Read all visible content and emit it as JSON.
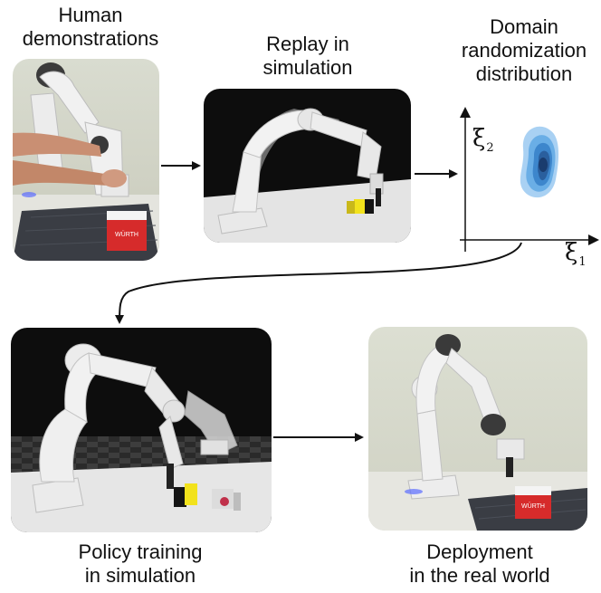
{
  "steps": {
    "demonstrations": "Human\ndemonstrations",
    "replay": "Replay in\nsimulation",
    "distribution": "Domain\nrandomization\ndistribution",
    "training": "Policy training\nin simulation",
    "deployment": "Deployment\nin the real world"
  },
  "axes": {
    "y_symbol": "ξ",
    "y_sub": "2",
    "x_symbol": "ξ",
    "x_sub": "1"
  },
  "box_brand": "WÜRTH",
  "colors": {
    "sim_background": "#0d0d0d",
    "robot": "#e6e6e6",
    "cube_yellow": "#f2e21c",
    "dist_dark": "#1a3c6e",
    "dist_light": "#a9d1f3",
    "box_red": "#d62b2b"
  }
}
